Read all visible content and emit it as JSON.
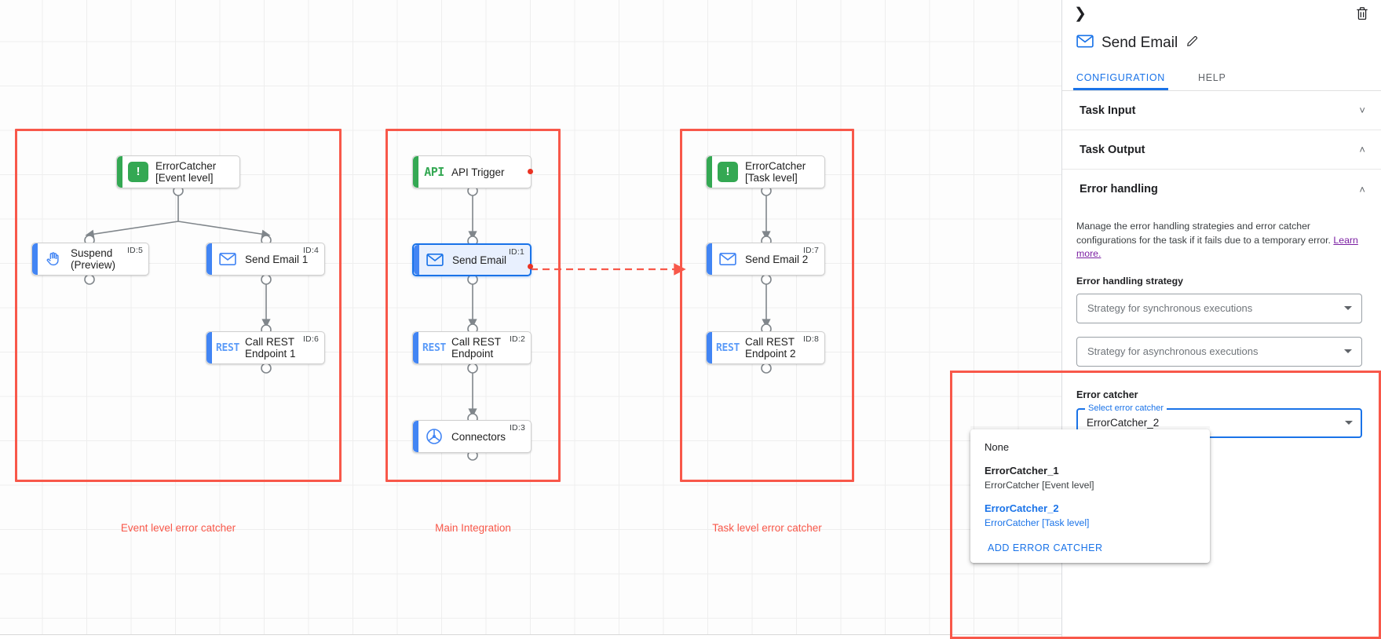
{
  "canvas": {
    "groups": [
      {
        "id": "event-level",
        "label": "Event level error catcher"
      },
      {
        "id": "main-integration",
        "label": "Main Integration"
      },
      {
        "id": "task-level",
        "label": "Task level error catcher"
      }
    ],
    "nodes": [
      {
        "key": "errorcatcher-event",
        "label": "ErrorCatcher\n[Event level]",
        "icon": "errorcatcher-icon",
        "accent": "green",
        "id_tag": "",
        "selected": false,
        "error_dot": false
      },
      {
        "key": "suspend-preview",
        "label": "Suspend\n(Preview)",
        "icon": "hand-icon",
        "accent": "blue",
        "id_tag": "ID:5",
        "selected": false,
        "error_dot": false
      },
      {
        "key": "send-email-1",
        "label": "Send Email 1",
        "icon": "envelope-icon",
        "accent": "blue",
        "id_tag": "ID:4",
        "selected": false,
        "error_dot": false
      },
      {
        "key": "call-rest-1",
        "label": "Call REST\nEndpoint 1",
        "icon": "rest-icon",
        "accent": "blue",
        "id_tag": "ID:6",
        "selected": false,
        "error_dot": false
      },
      {
        "key": "api-trigger",
        "label": "API Trigger",
        "icon": "api-icon",
        "accent": "green",
        "id_tag": "",
        "selected": false,
        "error_dot": true
      },
      {
        "key": "send-email",
        "label": "Send Email",
        "icon": "envelope-icon",
        "accent": "blue",
        "id_tag": "ID:1",
        "selected": true,
        "error_dot": true
      },
      {
        "key": "call-rest",
        "label": "Call REST\nEndpoint",
        "icon": "rest-icon",
        "accent": "blue",
        "id_tag": "ID:2",
        "selected": false,
        "error_dot": false
      },
      {
        "key": "connectors",
        "label": "Connectors",
        "icon": "connectors-icon",
        "accent": "blue",
        "id_tag": "ID:3",
        "selected": false,
        "error_dot": false
      },
      {
        "key": "errorcatcher-task",
        "label": "ErrorCatcher\n[Task level]",
        "icon": "errorcatcher-icon",
        "accent": "green",
        "id_tag": "",
        "selected": false,
        "error_dot": false
      },
      {
        "key": "send-email-2",
        "label": "Send Email 2",
        "icon": "envelope-icon",
        "accent": "blue",
        "id_tag": "ID:7",
        "selected": false,
        "error_dot": false
      },
      {
        "key": "call-rest-2",
        "label": "Call REST\nEndpoint 2",
        "icon": "rest-icon",
        "accent": "blue",
        "id_tag": "ID:8",
        "selected": false,
        "error_dot": false
      }
    ]
  },
  "panel": {
    "collapse_icon": "chevron-right-icon",
    "delete_icon": "trash-icon",
    "node_icon": "envelope-icon",
    "title": "Send Email",
    "edit_icon": "pencil-icon",
    "tabs": [
      {
        "label": "CONFIGURATION",
        "active": true
      },
      {
        "label": "HELP",
        "active": false
      }
    ],
    "sections": [
      {
        "key": "task-input",
        "title": "Task Input",
        "state": "collapsed",
        "chevron": "chevron-down-icon"
      },
      {
        "key": "task-output",
        "title": "Task Output",
        "state": "expanded",
        "chevron": "chevron-up-icon"
      },
      {
        "key": "error-handling",
        "title": "Error handling",
        "state": "expanded",
        "chevron": "chevron-up-icon"
      }
    ],
    "error_handling": {
      "description": "Manage the error handling strategies and error catcher configurations for the task if it fails due to a temporary error.",
      "learn_more": "Learn more.",
      "strategy_label": "Error handling strategy",
      "sync_select_placeholder": "Strategy for synchronous executions",
      "async_select_placeholder": "Strategy for asynchronous executions"
    },
    "error_catcher": {
      "heading": "Error catcher",
      "float_label": "Select error catcher",
      "value": "ErrorCatcher_2",
      "options": [
        {
          "primary": "None",
          "secondary": "",
          "selected": false,
          "bold": false
        },
        {
          "primary": "ErrorCatcher_1",
          "secondary": "ErrorCatcher [Event level]",
          "selected": false,
          "bold": true
        },
        {
          "primary": "ErrorCatcher_2",
          "secondary": "ErrorCatcher [Task level]",
          "selected": true,
          "bold": true
        }
      ],
      "add_action": "ADD ERROR CATCHER"
    }
  },
  "colors": {
    "accent_blue": "#1a73e8",
    "highlight_red": "#f8584a",
    "green": "#34a853",
    "node_blue": "#4285f4",
    "error_dot": "#ea3323",
    "visited_link": "#7b1fa2"
  }
}
